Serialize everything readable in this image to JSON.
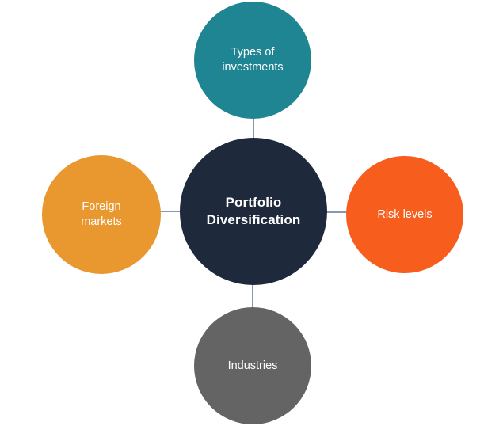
{
  "diagram": {
    "type": "hub-and-spoke",
    "background_color": "#ffffff",
    "connector_color": "#8697b8",
    "center": {
      "label": "Portfolio\nDiversification",
      "color": "#1e293b",
      "text_color": "#ffffff"
    },
    "nodes": [
      {
        "id": "top",
        "label": "Types of\ninvestments",
        "color": "#1f8592",
        "text_color": "#ffffff",
        "position": "top"
      },
      {
        "id": "left",
        "label": "Foreign\nmarkets",
        "color": "#e8982e",
        "text_color": "#ffffff",
        "position": "left"
      },
      {
        "id": "right",
        "label": "Risk levels",
        "color": "#f75e1e",
        "text_color": "#ffffff",
        "position": "right"
      },
      {
        "id": "bottom",
        "label": "Industries",
        "color": "#646464",
        "text_color": "#ffffff",
        "position": "bottom"
      }
    ]
  }
}
